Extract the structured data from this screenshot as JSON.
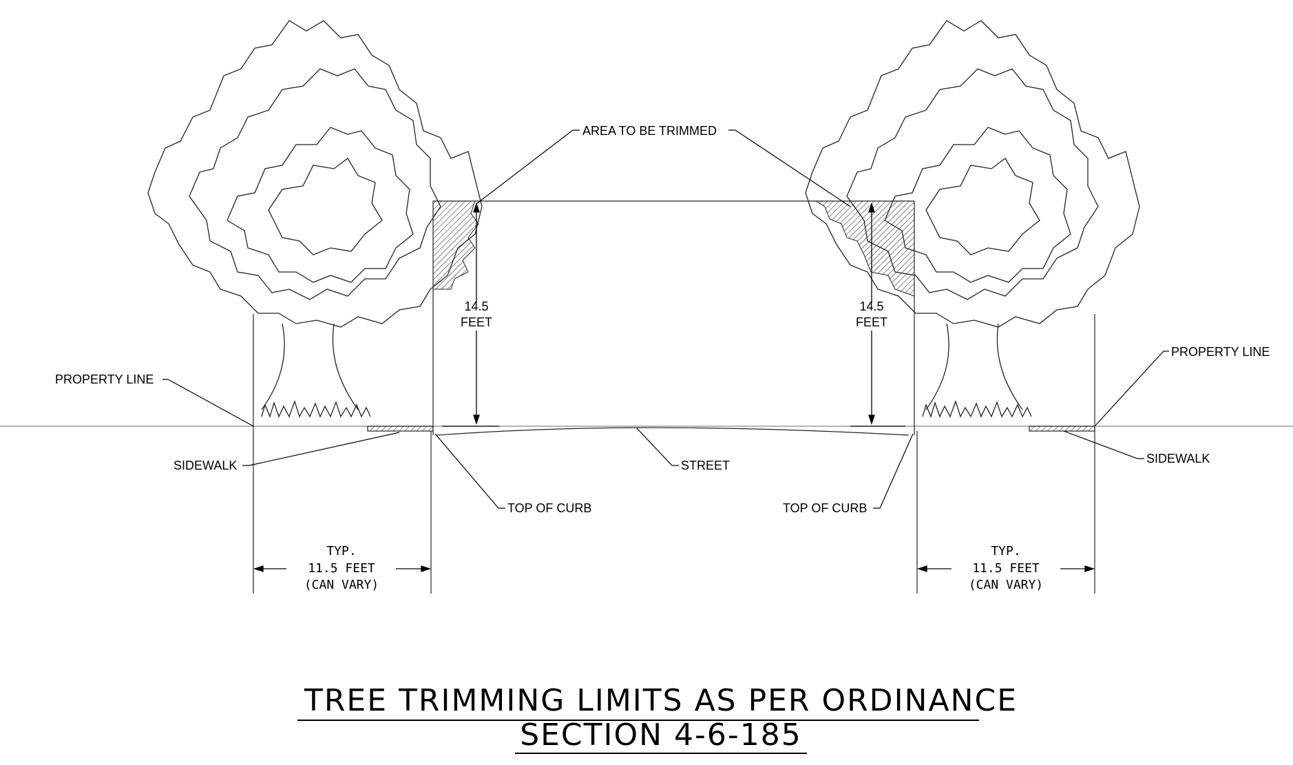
{
  "labels": {
    "area_to_be_trimmed": "AREA TO BE TRIMMED",
    "property_line_left": "PROPERTY LINE",
    "property_line_right": "PROPERTY LINE",
    "sidewalk_left": "SIDEWALK",
    "sidewalk_right": "SIDEWALK",
    "street": "STREET",
    "top_of_curb_left": "TOP OF CURB",
    "top_of_curb_right": "TOP OF CURB"
  },
  "clearance_left": {
    "value": "14.5",
    "unit": "FEET"
  },
  "clearance_right": {
    "value": "14.5",
    "unit": "FEET"
  },
  "setback_left": {
    "line1": "TYP.",
    "line2": "11.5 FEET",
    "line3": "(CAN VARY)"
  },
  "setback_right": {
    "line1": "TYP.",
    "line2": "11.5 FEET",
    "line3": "(CAN VARY)"
  },
  "title": {
    "line1": "TREE TRIMMING LIMITS AS PER ORDINANCE",
    "line2": "SECTION 4-6-185"
  }
}
